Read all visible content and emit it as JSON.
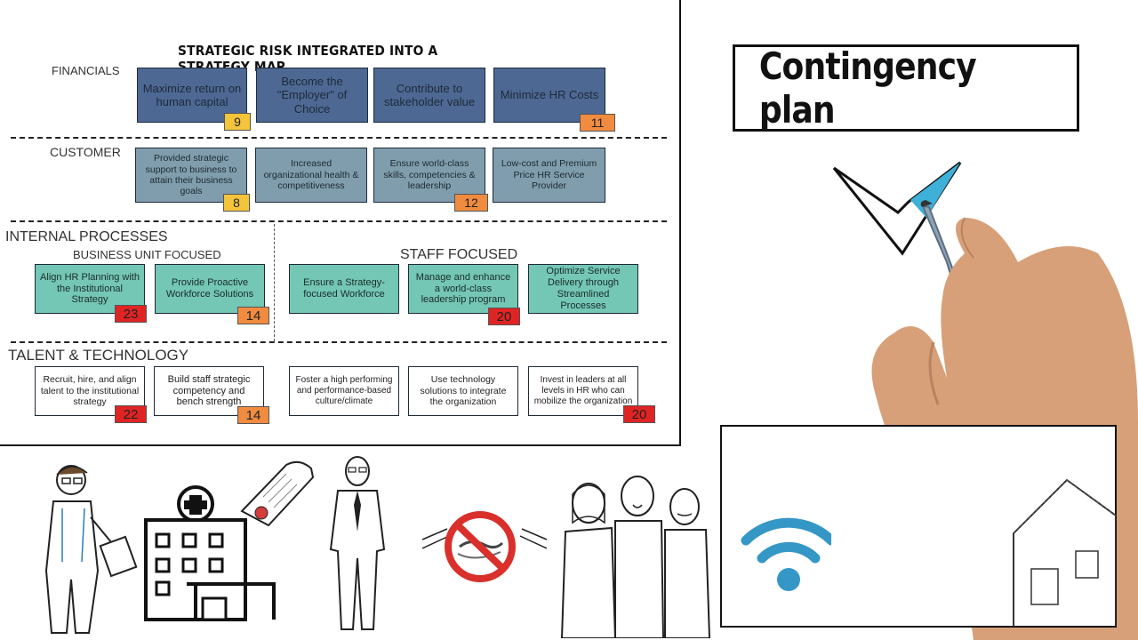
{
  "map": {
    "title": "STRATEGIC RISK INTEGRATED INTO A STRATEGY MAP",
    "sections": {
      "financials": "FINANCIALS",
      "customer": "CUSTOMER",
      "internal": "INTERNAL PROCESSES",
      "business_unit": "BUSINESS UNIT FOCUSED",
      "staff": "STAFF FOCUSED",
      "talent": "TALENT & TECHNOLOGY"
    },
    "financials": [
      {
        "text": "Maximize return on human capital",
        "badge": "9",
        "badge_color": "#f4c43a"
      },
      {
        "text": "Become the \"Employer\" of Choice",
        "badge": "",
        "badge_color": ""
      },
      {
        "text": "Contribute to stakeholder value",
        "badge": "",
        "badge_color": ""
      },
      {
        "text": "Minimize HR Costs",
        "badge": "11",
        "badge_color": "#f08b3f"
      }
    ],
    "customer": [
      {
        "text": "Provided strategic support to business to attain their business goals",
        "badge": "8",
        "badge_color": "#f4c43a"
      },
      {
        "text": "Increased organizational health & competitiveness",
        "badge": "",
        "badge_color": ""
      },
      {
        "text": "Ensure world-class skills, competencies & leadership",
        "badge": "12",
        "badge_color": "#f08b3f"
      },
      {
        "text": "Low-cost and Premium Price HR Service Provider",
        "badge": "",
        "badge_color": ""
      }
    ],
    "internal": [
      {
        "text": "Align HR Planning with the Institutional Strategy",
        "badge": "23",
        "badge_color": "#e02424"
      },
      {
        "text": "Provide Proactive Workforce Solutions",
        "badge": "14",
        "badge_color": "#f08b3f"
      },
      {
        "text": "Ensure a Strategy-focused Workforce",
        "badge": "",
        "badge_color": ""
      },
      {
        "text": "Manage and enhance a world-class leadership program",
        "badge": "20",
        "badge_color": "#e02424"
      },
      {
        "text": "Optimize Service Delivery through Streamlined Processes",
        "badge": "",
        "badge_color": ""
      }
    ],
    "talent": [
      {
        "text": "Recruit, hire, and align talent to the institutional strategy",
        "badge": "22",
        "badge_color": "#e02424"
      },
      {
        "text": "Build staff strategic competency and bench strength",
        "badge": "14",
        "badge_color": "#f08b3f"
      },
      {
        "text": "Foster a high performing and performance-based culture/climate",
        "badge": "",
        "badge_color": ""
      },
      {
        "text": "Use technology solutions to integrate the organization",
        "badge": "",
        "badge_color": ""
      },
      {
        "text": "Invest in leaders at all levels in HR who can mobilize the organization",
        "badge": "20",
        "badge_color": "#e02424"
      }
    ]
  },
  "contingency": {
    "title": "Contingency plan"
  },
  "icons": [
    "doctor-sketch",
    "hospital-sketch",
    "certificate-sketch",
    "businessman-sketch",
    "no-handshake-icon",
    "worried-group-sketch",
    "wifi-icon",
    "house-sketch",
    "checkmark-drawing",
    "hand-with-marker"
  ],
  "colors": {
    "financials_box": "#4d6893",
    "customer_box": "#7f9dad",
    "internal_box": "#74c6b5",
    "badge_yellow": "#f4c43a",
    "badge_orange": "#f08b3f",
    "badge_red": "#e02424",
    "wifi_blue": "#3597c6"
  }
}
